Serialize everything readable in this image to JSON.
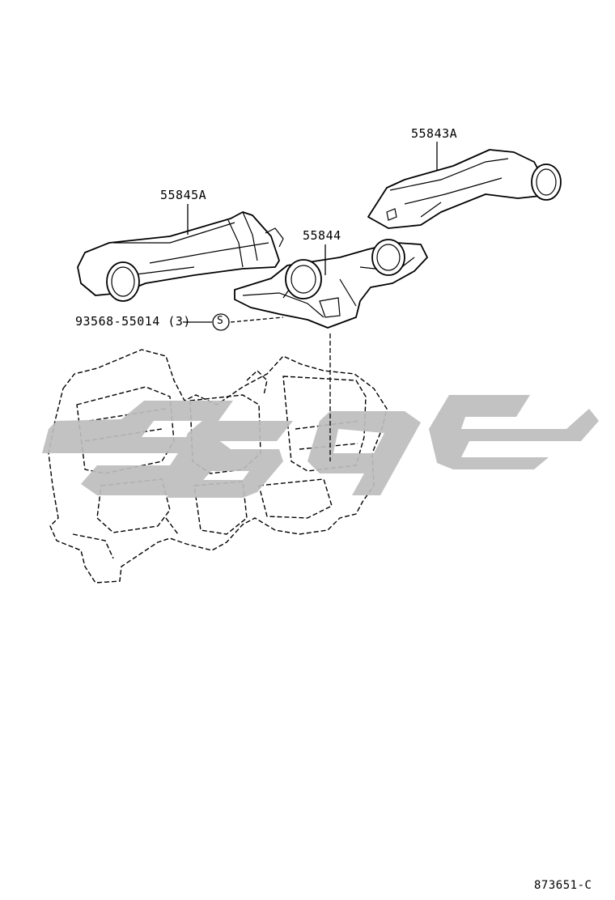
{
  "callouts": {
    "duct_rear_right": "55843A",
    "duct_rear_left": "55845A",
    "duct_center": "55844",
    "screw": "93568-55014 (3)",
    "screw_symbol": "S"
  },
  "figure_code": "873651-C",
  "watermark_color": "#bdbdbd"
}
